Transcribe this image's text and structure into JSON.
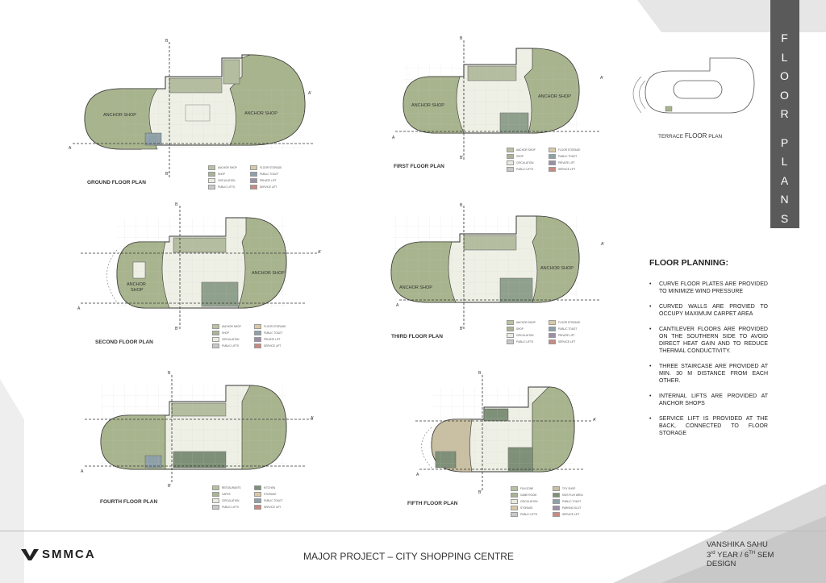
{
  "side_title": {
    "word1": [
      "F",
      "L",
      "O",
      "O",
      "R"
    ],
    "word2": [
      "P",
      "L",
      "A",
      "N",
      "S"
    ]
  },
  "plans": {
    "ground": "GROUND FLOOR PLAN",
    "first": "FIRST FLOOR PLAN",
    "second": "SECOND  FLOOR PLAN",
    "third": "THIRD  FLOOR PLAN",
    "fourth": "FOURTH FLOOR PLAN",
    "fifth": "FIFTH FLOOR PLAN",
    "terrace_prefix": "TERRACE ",
    "terrace_floor": "FLOOR",
    "terrace_suffix": " PLAN"
  },
  "room_labels": {
    "anchor_shop": "ANCHOR SHOP",
    "anchor": "ANCHOR",
    "shop": "SHOP"
  },
  "section_marks": {
    "a": "A",
    "a_prime": "A'",
    "b": "B",
    "b_prime": "B'"
  },
  "legend_std": [
    {
      "label": "ANCHOR SHOP",
      "color": "#b8c2a0"
    },
    {
      "label": "SHOP",
      "color": "#a9b496"
    },
    {
      "label": "CIRCULATION",
      "color": "#e9ebe0"
    },
    {
      "label": "PUBLIC LIFTS",
      "color": "#c8c8c8"
    },
    {
      "label": "FLOOR STORAGE",
      "color": "#d9c9a8"
    },
    {
      "label": "PUBLIC TOILET",
      "color": "#8ea0a8"
    },
    {
      "label": "PRIVATE LIFT",
      "color": "#9b8fa8"
    },
    {
      "label": "SERVICE LIFT",
      "color": "#c88a82"
    }
  ],
  "legend_fourth": [
    {
      "label": "RESTAURANTS",
      "color": "#b8c2a0"
    },
    {
      "label": "CAFES",
      "color": "#a9b496"
    },
    {
      "label": "CIRCULATION",
      "color": "#e9ebe0"
    },
    {
      "label": "PUBLIC LIFTS",
      "color": "#c8c8c8"
    },
    {
      "label": "KITCHEN",
      "color": "#7f9078"
    },
    {
      "label": "STORAGE",
      "color": "#d9c9a8"
    },
    {
      "label": "PUBLIC TOILET",
      "color": "#8ea0a8"
    },
    {
      "label": "SERVICE LIFT",
      "color": "#c88a82"
    }
  ],
  "legend_fifth": [
    {
      "label": "FUN ZONE",
      "color": "#b8c2a0"
    },
    {
      "label": "GAME ROOM",
      "color": "#a9b496"
    },
    {
      "label": "CIRCULATION",
      "color": "#e9ebe0"
    },
    {
      "label": "STORAGE",
      "color": "#d9c9a8"
    },
    {
      "label": "PUBLIC LIFTS",
      "color": "#c8c8c8"
    },
    {
      "label": "TOY SHOP",
      "color": "#c9bfa3"
    },
    {
      "label": "KIDS PLAY AREA",
      "color": "#7f9078"
    },
    {
      "label": "PUBLIC TOILET",
      "color": "#8ea0a8"
    },
    {
      "label": "PARKING SLOT",
      "color": "#9b8fa8"
    },
    {
      "label": "SERVICE LIFT",
      "color": "#c88a82"
    }
  ],
  "notes": {
    "heading": "FLOOR PLANNING:",
    "items": [
      "CURVE FLOOR PLATES ARE PROVIDED TO MINIMIZE WIND PRESSURE",
      "CURVED WALLS ARE PROVIED TO OCCUPY MAXIMUM CARPET AREA",
      "CANTILEVER FLOORS ARE PROVIDED ON THE SOUTHERN SIDE TO AVOID DIRECT HEAT GAIN AND TO REDUCE THERMAL CONDUCTIVITY.",
      "THREE STAIRCASE ARE PROVIDED AT MIN. 30 M DISTANCE FROM EACH OTHER.",
      "INTERNAL LIFTS ARE PROVIDED AT ANCHOR SHOPS",
      "SERVICE LIFT IS PROVIDED AT THE BACK, CONNECTED TO FLOOR STORAGE"
    ]
  },
  "footer": {
    "logo": "SMMCA",
    "title": "MAJOR PROJECT – CITY SHOPPING CENTRE",
    "author": "VANSHIKA SAHU",
    "year_prefix": "3",
    "year_sup": "rd",
    "year_mid": " YEAR / 6",
    "sem_sup": "TH",
    "sem_suffix": " SEM",
    "subject": "DESIGN"
  },
  "colors": {
    "anchor": "#a8b48e",
    "shop": "#b4bda0",
    "dark_shop": "#7f9078",
    "circulation": "#eef0e6",
    "title_bar": "#5a5a5a",
    "background_grey": "#e4e4e4"
  }
}
